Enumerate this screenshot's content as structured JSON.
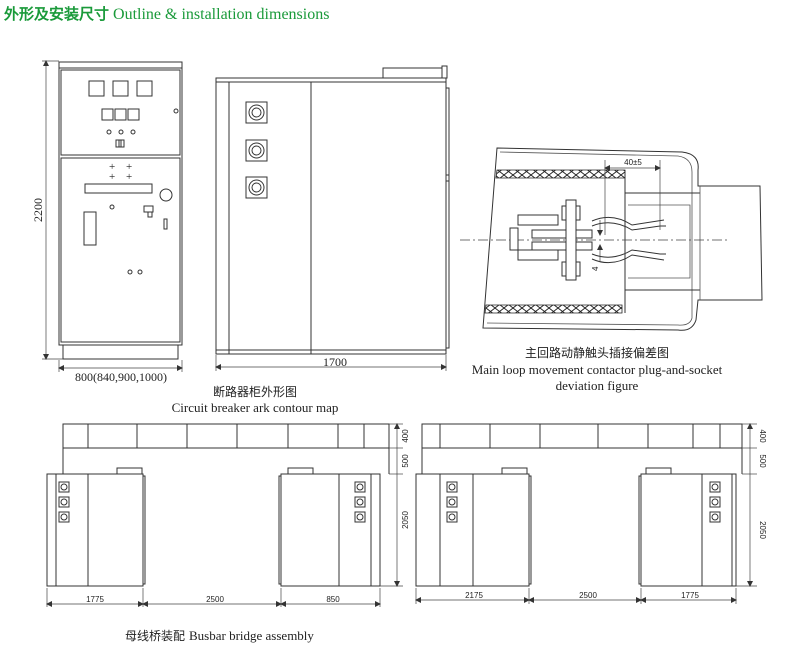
{
  "header": {
    "title_zh": "外形及安装尺寸",
    "title_en": "Outline & installation dimensions",
    "color": "#1a9a3a"
  },
  "cabinet_front": {
    "height_label": "2200",
    "width_label": "800(840,900,1000)"
  },
  "cabinet_side": {
    "depth_label": "1700"
  },
  "cabinet_caption": {
    "zh": "断路器柜外形图",
    "en": "Circuit breaker ark contour map"
  },
  "contact_detail": {
    "offset_label": "40±5",
    "gap_label": "4",
    "caption_zh": "主回路动静触头插接偏差图",
    "caption_en_line1": "Main loop movement contactor plug-and-socket",
    "caption_en_line2": "deviation figure"
  },
  "busbar_left": {
    "h1": "400",
    "h2": "500",
    "h3": "2050",
    "w1": "1775",
    "w2": "2500",
    "w3": "850"
  },
  "busbar_right": {
    "h1": "400",
    "h2": "500",
    "h3": "2050",
    "w1": "2175",
    "w2": "2500",
    "w3": "1775"
  },
  "busbar_caption": {
    "zh": "母线桥装配",
    "en": "Busbar bridge assembly"
  }
}
